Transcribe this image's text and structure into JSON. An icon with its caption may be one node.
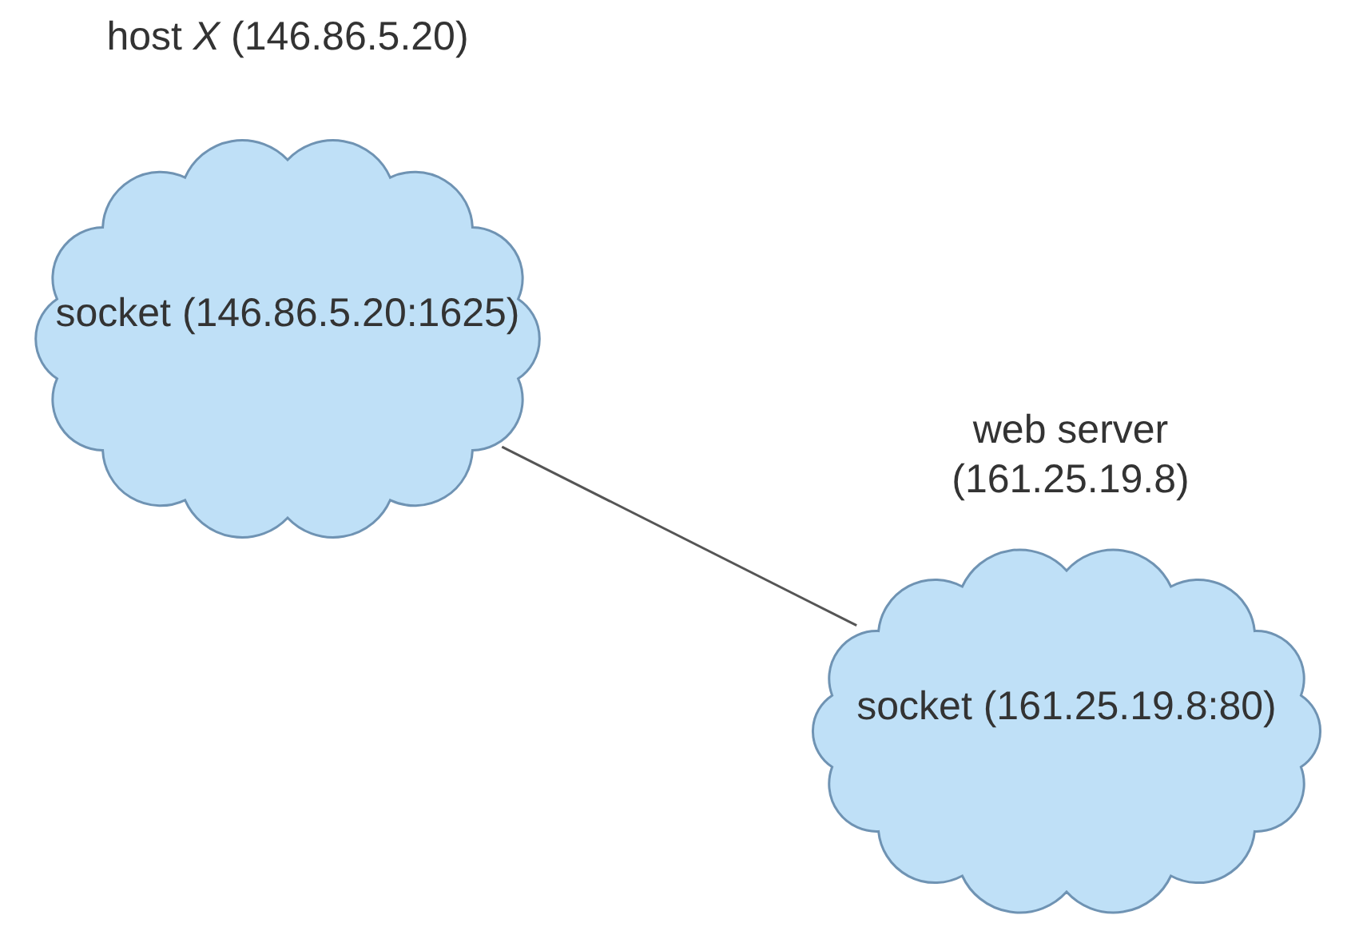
{
  "diagram": {
    "nodes": [
      {
        "text": [
          "host *X* (146.86.5.20)",
          "socket (146.86.5.20:1625)"
        ]
      },
      {
        "text": [
          "web server (161.25.19.8)",
          "socket (161.25.19.8:80)"
        ]
      }
    ],
    "edges": [
      {
        "from": 0,
        "to": 1,
        "arrow": "none"
      }
    ]
  }
}
